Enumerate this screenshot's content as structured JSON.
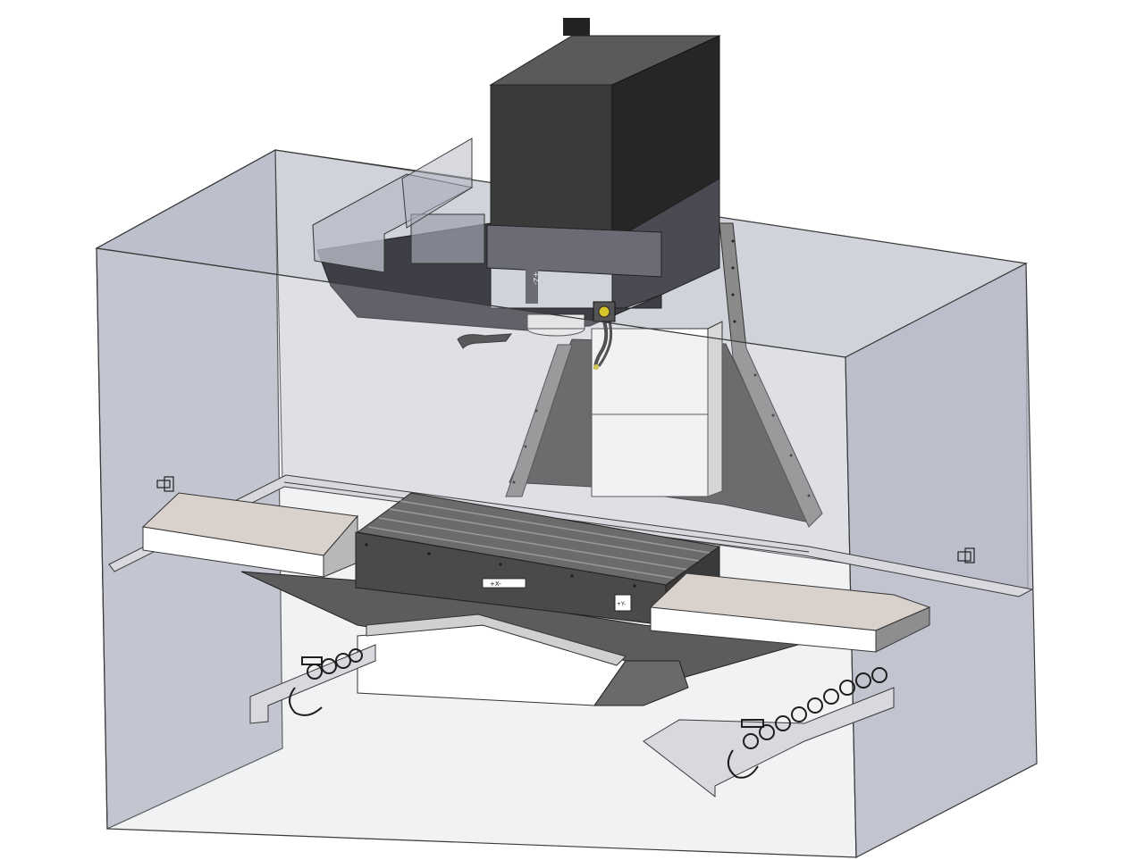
{
  "scene": {
    "subject": "cnc-vertical-mill-enclosure-render",
    "colors": {
      "background": "#ffffff",
      "glass": "#a9adbd",
      "glass_edge": "#3a3a3a",
      "spindle_dark": "#3c3c3c",
      "column_gray": "#4e4e4e",
      "table_gray": "#5a5a5a",
      "cover_beige": "#d9d1cb",
      "cover_gray": "#8a8a8a",
      "accent_yellow": "#d8c52a"
    },
    "labels": {
      "axis_marker_z": "+Z-",
      "axis_marker_x": "+X-",
      "axis_marker_y": "+Y-"
    },
    "icons": [
      "spindle-head-icon",
      "column-icon",
      "table-icon",
      "way-cover-icon",
      "cable-carrier-icon",
      "enclosure-panel-icon",
      "tool-changer-icon",
      "coolant-hose-icon",
      "bracket-icon"
    ]
  }
}
